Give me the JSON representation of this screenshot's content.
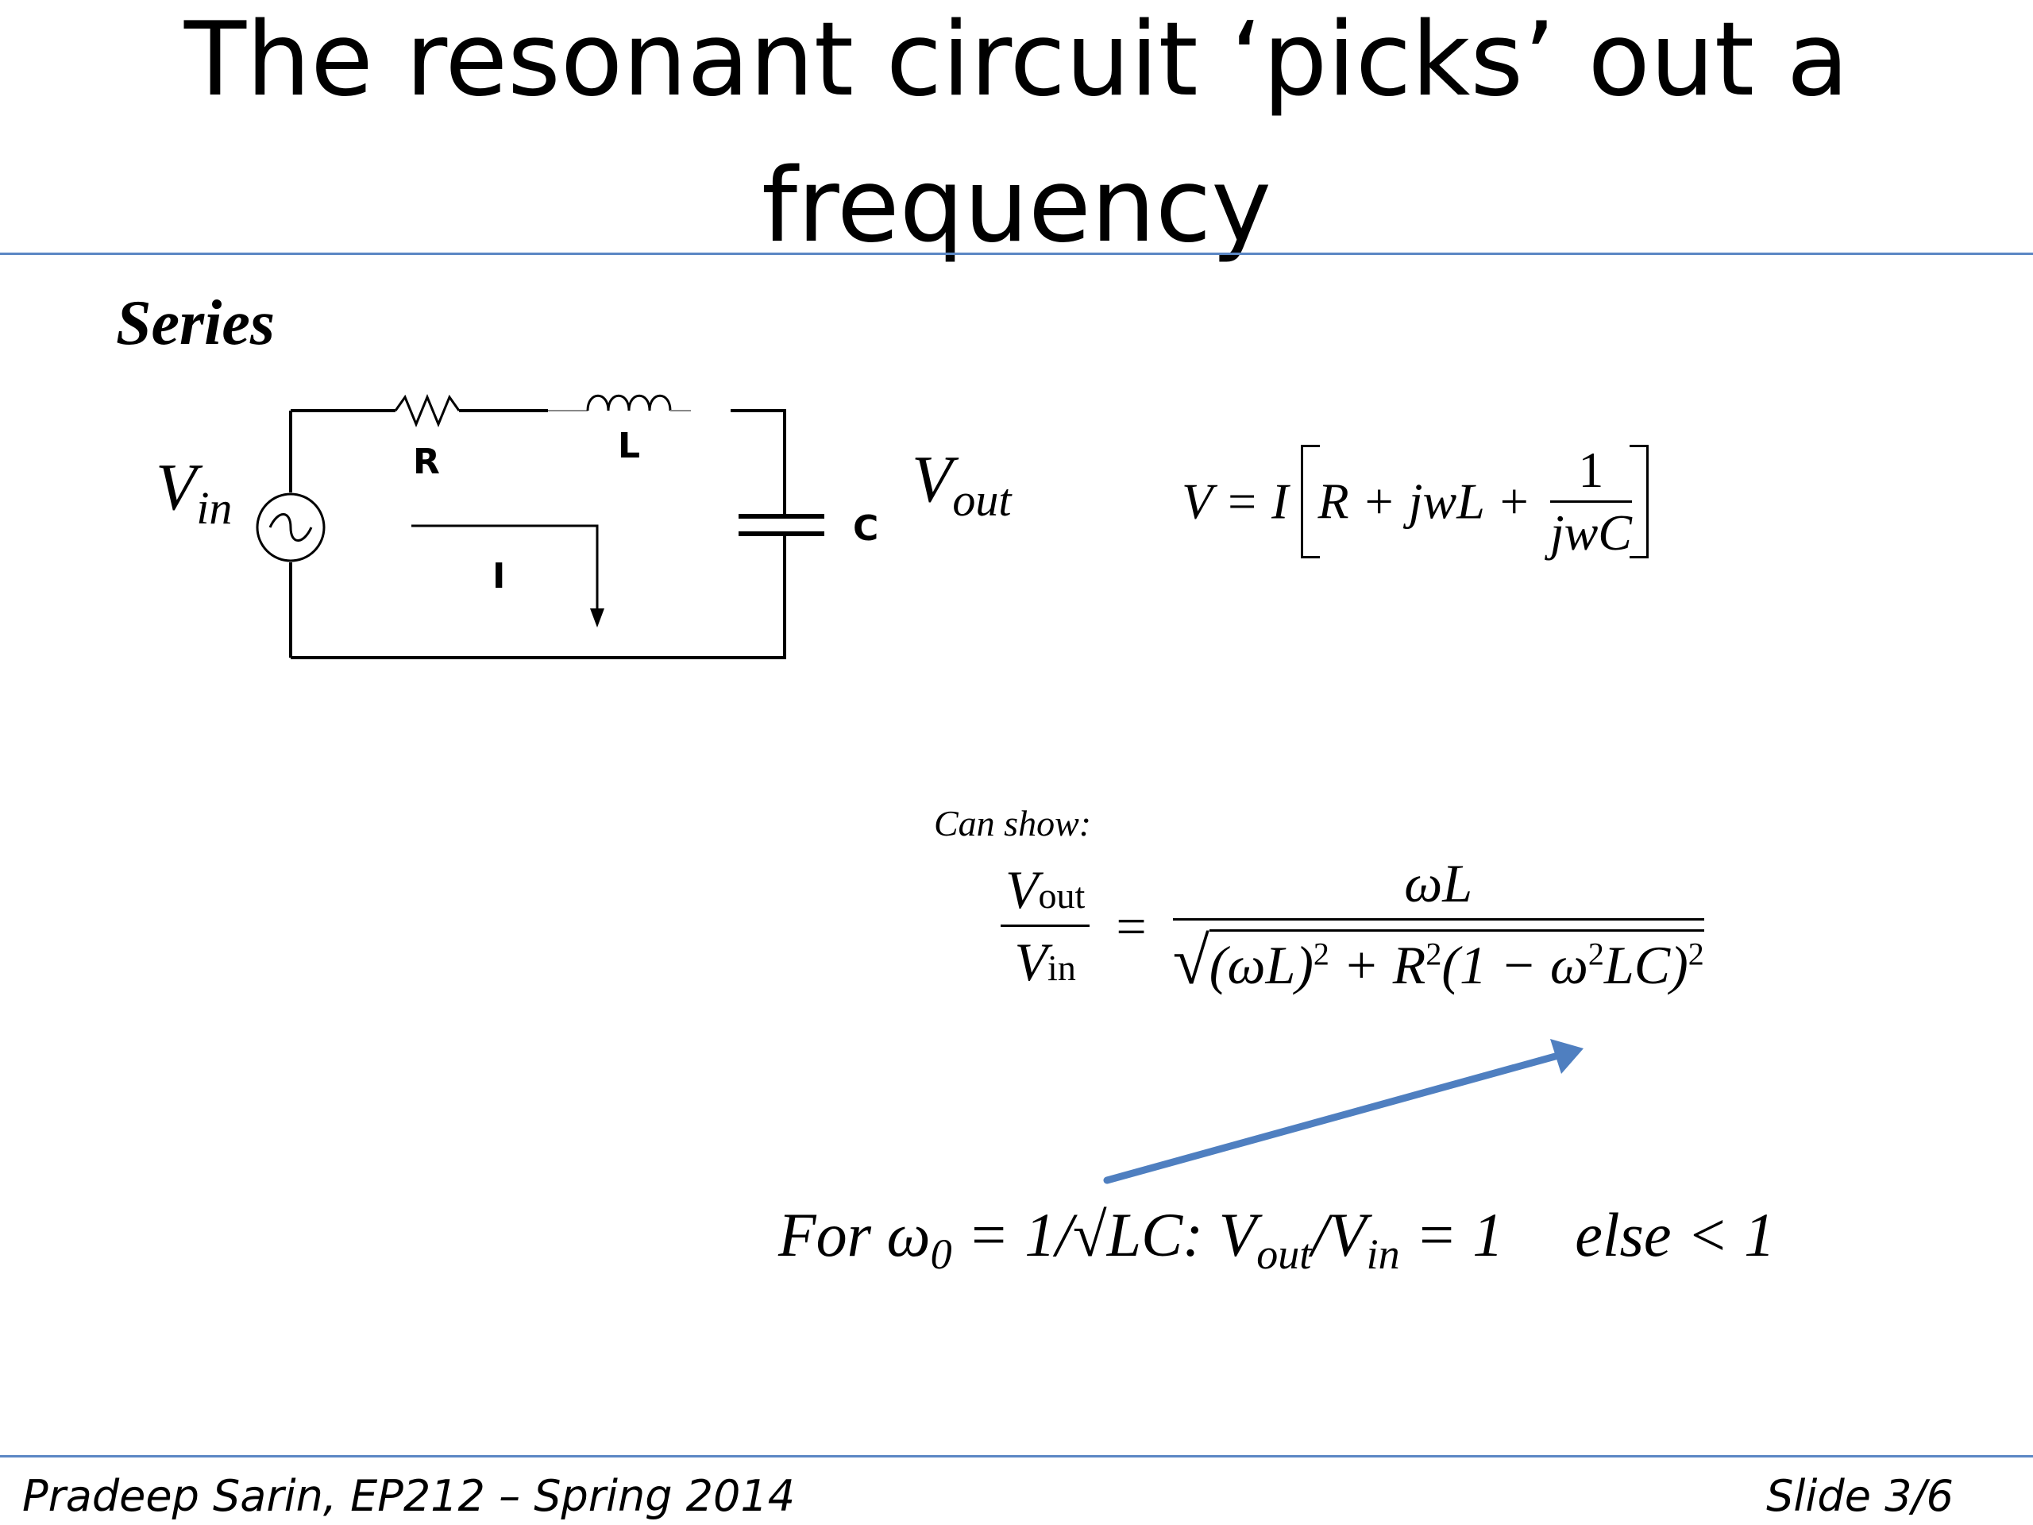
{
  "title": {
    "line1": "The resonant circuit ‘picks’ out a",
    "line2": "frequency"
  },
  "section": "Series",
  "circuit": {
    "vin": "V",
    "vin_sub": "in",
    "vout": "V",
    "vout_sub": "out",
    "r_label": "R",
    "l_label": "L",
    "c_label": "C",
    "i_label": "I"
  },
  "eq1": {
    "lhs": "V = I",
    "terms": "R + jwL +",
    "frac_num": "1",
    "frac_den": "jwC"
  },
  "eq2": {
    "can_show": "Can show:",
    "lhs_num": "V",
    "lhs_num_sub": "out",
    "lhs_den": "V",
    "lhs_den_sub": "in",
    "equals": "=",
    "rhs_num": "ωL",
    "rhs_den_a": "(ωL)",
    "rhs_den_b": "2",
    "rhs_den_c": "+ R",
    "rhs_den_d": "2",
    "rhs_den_e": "(1 − ω",
    "rhs_den_f": "2",
    "rhs_den_g": "LC)",
    "rhs_den_h": "2"
  },
  "resonance": {
    "text1": "For ω",
    "sub1": "0",
    "text2": " = 1/√LC: V",
    "sub2": "out",
    "text3": "/V",
    "sub3": "in",
    "text4": " = 1",
    "text5": "else < 1"
  },
  "footer": {
    "author": "Pradeep Sarin, EP212 – Spring 2014",
    "slide": "Slide 3/6"
  },
  "colors": {
    "rule": "#5b87c4",
    "arrow": "#4f7fc0"
  }
}
